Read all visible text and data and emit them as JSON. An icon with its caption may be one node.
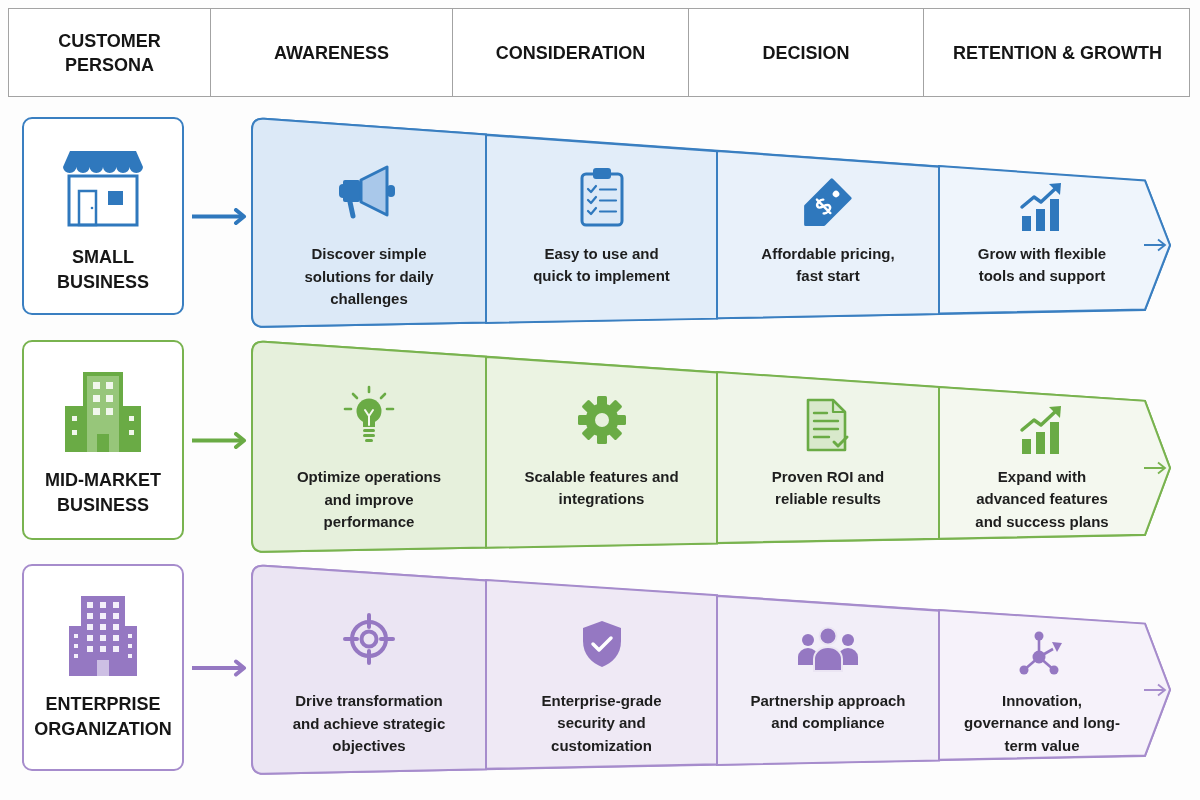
{
  "diagram": {
    "nodes": [
      {
        "text": [
          "SMALL BUSINESS"
        ]
      },
      {
        "text": [],
        "shape": "arrow"
      },
      {
        "text": [
          "Discover simple solutions for daily challenges"
        ],
        "in": 1
      },
      {
        "text": [
          "Easy to use and quick to implement"
        ],
        "in": 1
      },
      {
        "text": [
          "Affordable pricing, fast start"
        ],
        "in": 1
      },
      {
        "text": [
          "Grow with flexible tools and support"
        ],
        "in": 1
      },
      {
        "text": [
          "MID-MARKET BUSINESS"
        ]
      },
      {
        "text": [],
        "shape": "arrow"
      },
      {
        "text": [
          "Optimize operations and improve performance"
        ],
        "in": 7
      },
      {
        "text": [
          "Scalable features and integrations"
        ],
        "in": 7
      },
      {
        "text": [
          "Proven ROI and reliable results"
        ],
        "in": 7
      },
      {
        "text": [
          "Expand with advanced features and success plans"
        ],
        "in": 7
      },
      {
        "text": [
          "ENTERPRISE ORGANIZATION"
        ]
      },
      {
        "text": [],
        "shape": "arrow"
      },
      {
        "text": [
          "Drive transformation and achieve strategic objectives"
        ],
        "in": 13
      },
      {
        "text": [
          "Enterprise-grade security and customization"
        ],
        "in": 13
      },
      {
        "text": [
          "Partnership approach and compliance"
        ],
        "in": 13
      },
      {
        "text": [
          "Innovation, governance and long-term value"
        ],
        "in": 13
      }
    ],
    "edges": [
      {
        "from": 0,
        "to": 1,
        "arrow": "to",
        "color": "#2f78bd"
      },
      {
        "from": 6,
        "to": 7,
        "arrow": "to",
        "color": "#6aab45"
      },
      {
        "from": 12,
        "to": 13,
        "arrow": "to",
        "color": "#9578c2"
      }
    ],
    "labels": [
      "CUSTOMER PERSONA",
      "AWARENESS",
      "CONSIDERATION",
      "DECISION",
      "RETENTION & GROWTH"
    ]
  }
}
